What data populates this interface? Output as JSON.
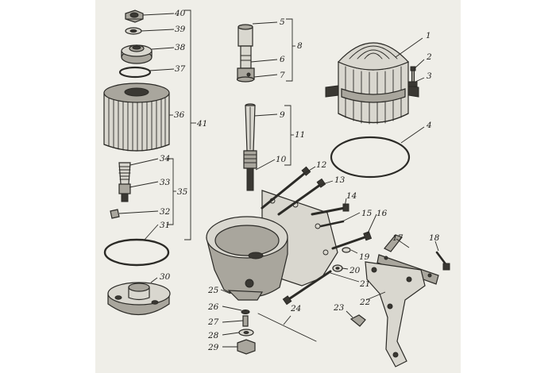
{
  "callouts": {
    "c1": "1",
    "c2": "2",
    "c3": "3",
    "c4": "4",
    "c5": "5",
    "c6": "6",
    "c7": "7",
    "c8": "8",
    "c9": "9",
    "c10": "10",
    "c11": "11",
    "c12": "12",
    "c13": "13",
    "c14": "14",
    "c15": "15",
    "c16": "16",
    "c17": "17",
    "c18": "18",
    "c19": "19",
    "c20": "20",
    "c21": "21",
    "c22": "22",
    "c23": "23",
    "c24": "24",
    "c25": "25",
    "c26": "26",
    "c27": "27",
    "c28": "28",
    "c29": "29",
    "c30": "30",
    "c31": "31",
    "c32": "32",
    "c33": "33",
    "c34": "34",
    "c35": "35",
    "c36": "36",
    "c37": "37",
    "c38": "38",
    "c39": "39",
    "c40": "40",
    "c41": "41"
  },
  "colors": {
    "paper": "#efeee8",
    "ink": "#2b2a26"
  }
}
